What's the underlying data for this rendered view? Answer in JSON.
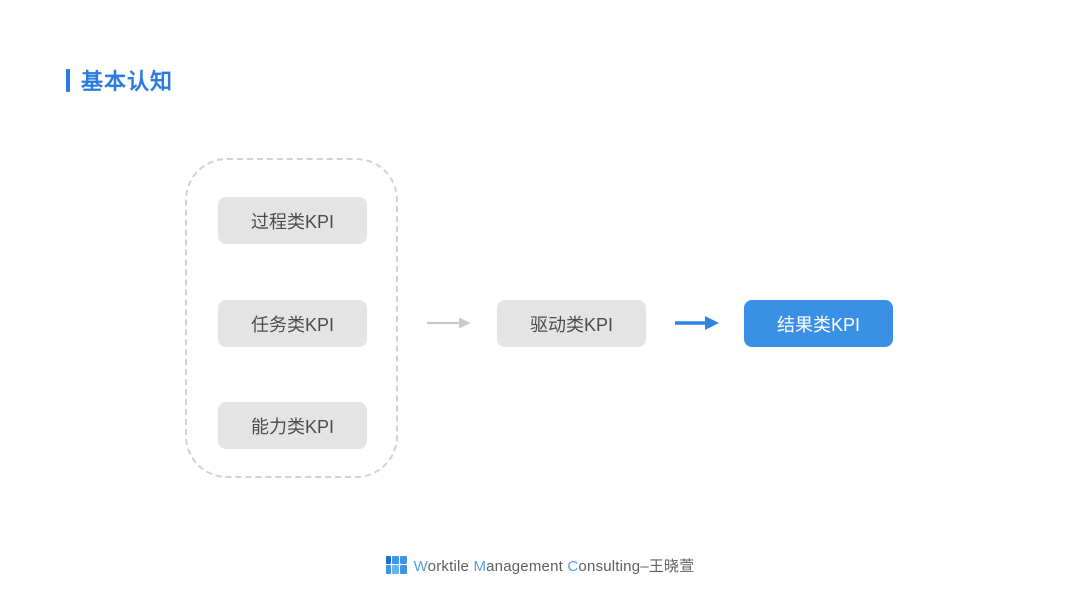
{
  "header": {
    "title": "基本认知",
    "accent_color": "#2b7ce0"
  },
  "diagram": {
    "group_boxes": [
      {
        "label": "过程类KPI"
      },
      {
        "label": "任务类KPI"
      },
      {
        "label": "能力类KPI"
      }
    ],
    "driver_box": {
      "label": "驱动类KPI"
    },
    "result_box": {
      "label": "结果类KPI"
    },
    "colors": {
      "box_gray_fill": "#e4e4e4",
      "box_gray_text": "#4d4d4d",
      "result_blue_fill": "#3a90e5",
      "result_text": "#ffffff",
      "arrow_gray": "#c8c8c8",
      "arrow_blue": "#2d85e0",
      "dashed_border": "#d2d2d2"
    }
  },
  "footer": {
    "brand": {
      "seg1": "W",
      "seg2": "orktile ",
      "seg3": "M",
      "seg4": "anagement ",
      "seg5": "C",
      "seg6": "onsulting–王晓萱"
    },
    "logo_colors": {
      "dark": "#1f6fd0",
      "mid": "#3f95e6",
      "light": "#66b2ef"
    }
  }
}
